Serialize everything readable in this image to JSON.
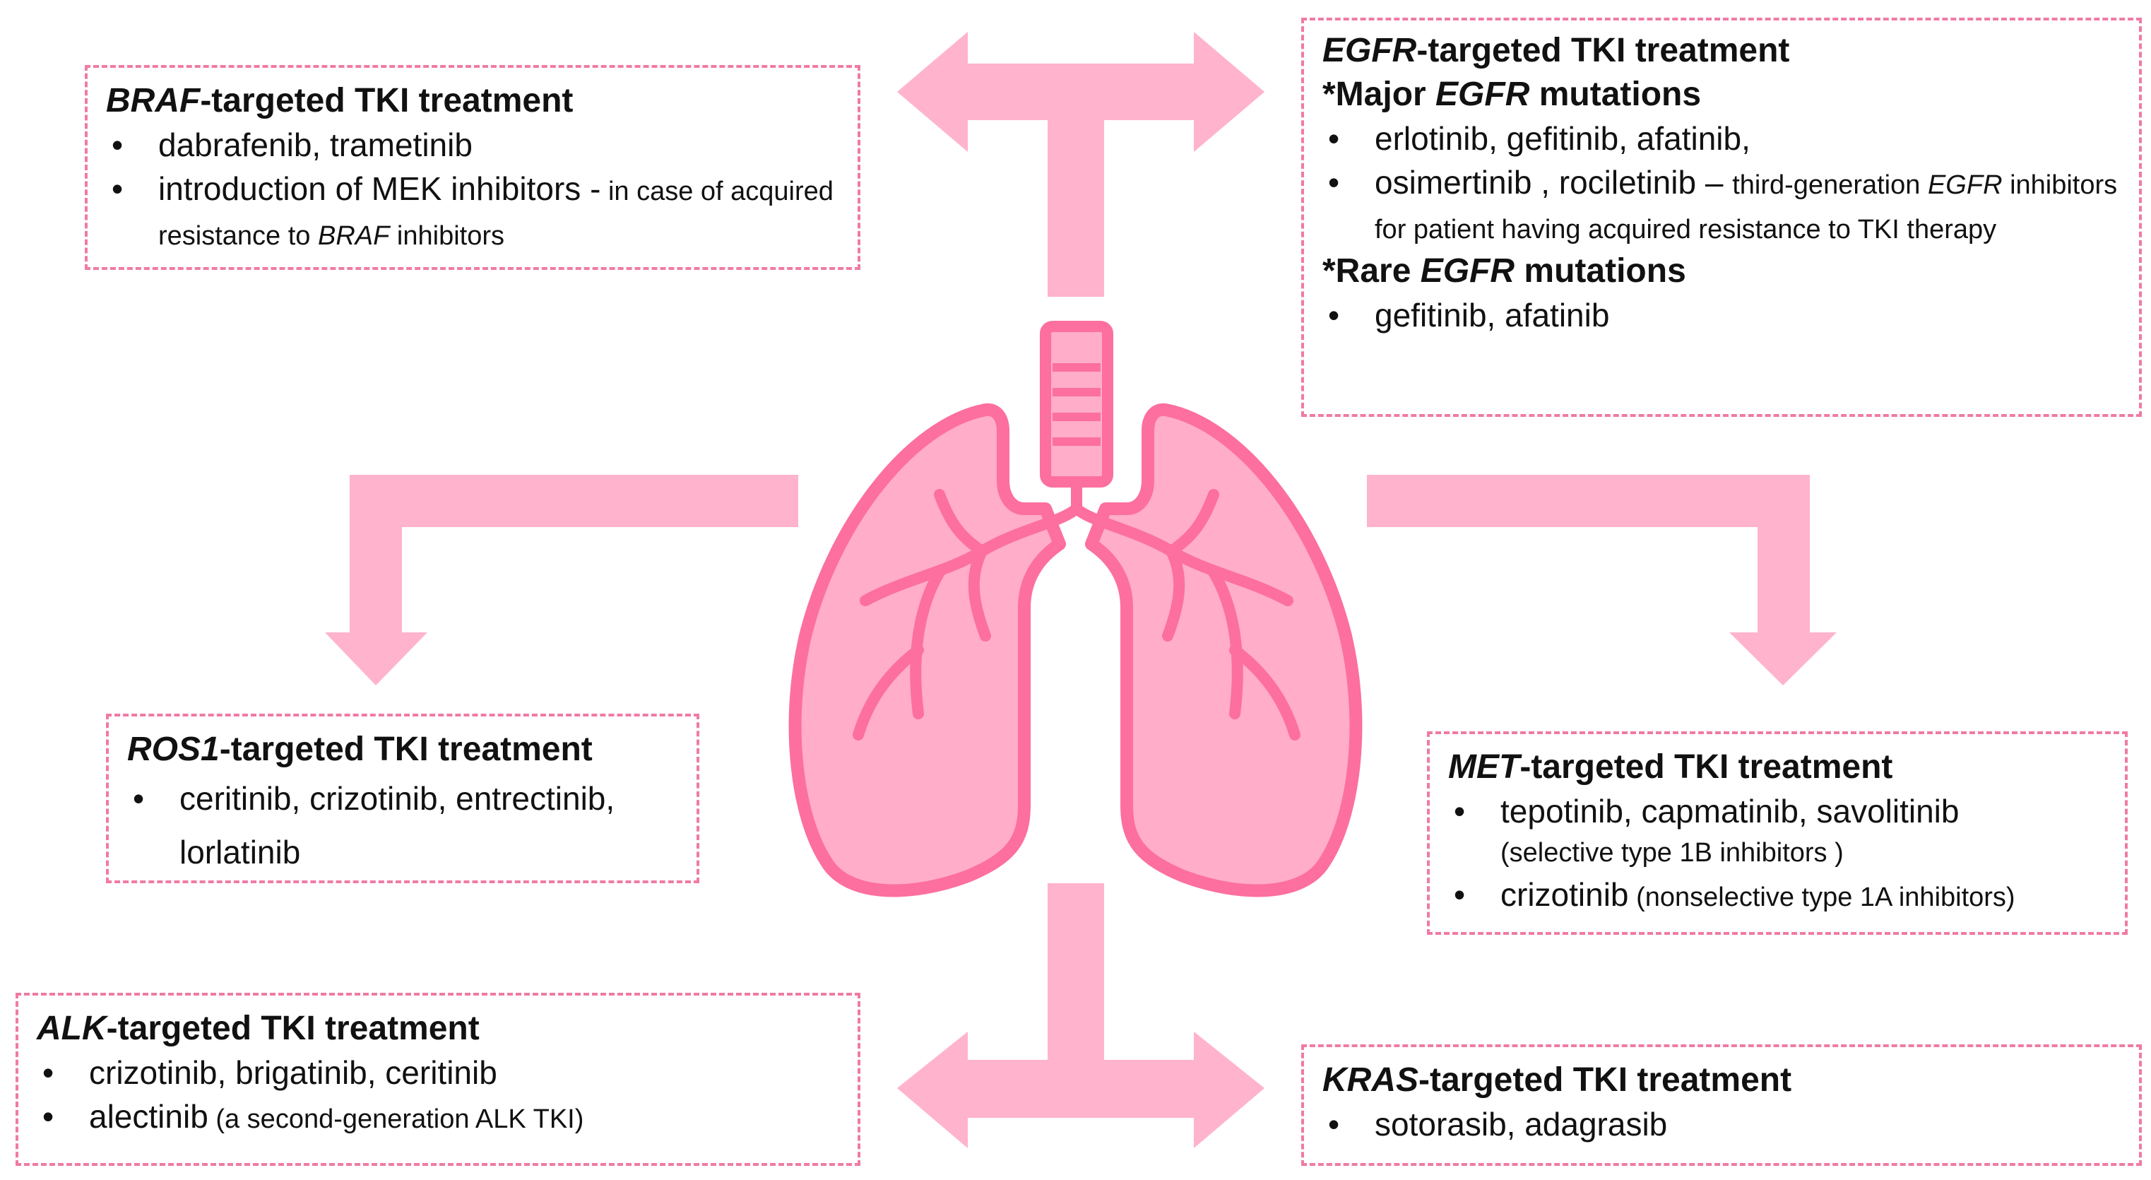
{
  "colors": {
    "arrow": "#ffb3cc",
    "lung_fill": "#ffadc9",
    "lung_outline": "#fc6f9e",
    "border": "#f07aa5"
  },
  "icons": [
    "lung-icon",
    "arrow-icon"
  ],
  "braf": {
    "gene": "BRAF",
    "title_rest": "-targeted TKI treatment",
    "item1": "dabrafenib, trametinib",
    "item2_lead": "introduction of MEK inhibitors -",
    "item2_note_a": " in case of acquired resistance to ",
    "item2_note_gene": "BRAF",
    "item2_note_b": " inhibitors"
  },
  "egfr": {
    "gene": "EGFR",
    "title_rest": "-targeted TKI treatment",
    "major_pre": "*Major ",
    "major_gene": "EGFR",
    "major_post": " mutations",
    "item1": "erlotinib, gefitinib, afatinib,",
    "item2_lead": "osimertinib , rociletinib",
    "item2_dash": " – ",
    "item2_note_a": "third-generation ",
    "item2_note_gene": "EGFR",
    "item2_note_b": " inhibitors for patient having acquired resistance to TKI therapy",
    "rare_pre": "*Rare ",
    "rare_gene": "EGFR",
    "rare_post": " mutations",
    "item3": "gefitinib, afatinib"
  },
  "ros1": {
    "gene": "ROS1",
    "title_rest": "-targeted TKI treatment",
    "item1": "ceritinib, crizotinib, entrectinib, lorlatinib"
  },
  "met": {
    "gene": "MET",
    "title_rest": "-targeted TKI treatment",
    "item1_lead": "tepotinib, capmatinib, savolitinib",
    "item1_note": "(selective type 1B inhibitors )",
    "item2_lead": "crizotinib",
    "item2_note": " (nonselective type 1A inhibitors)"
  },
  "alk": {
    "gene": "ALK",
    "title_rest": "-targeted TKI treatment",
    "item1": "crizotinib, brigatinib, ceritinib",
    "item2_lead": "alectinib",
    "item2_note": " (a second-generation ALK TKI)"
  },
  "kras": {
    "gene": "KRAS",
    "title_rest": "-targeted TKI treatment",
    "item1": "sotorasib, adagrasib"
  }
}
